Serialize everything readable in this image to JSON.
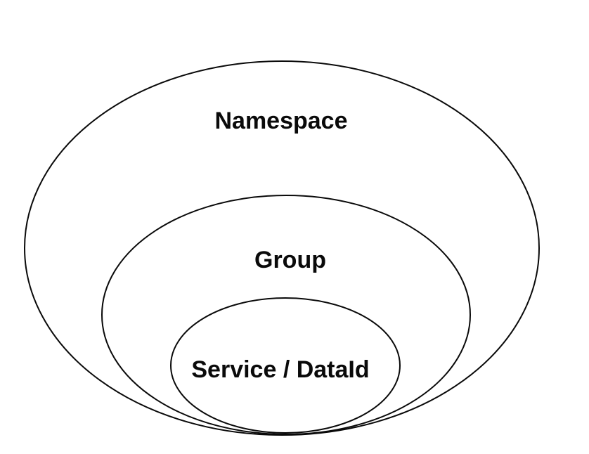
{
  "diagram": {
    "name": "nested-scope-diagram",
    "background_color": "#ffffff",
    "stroke_color": "#0a0a0a",
    "text_color": "#0a0a0a",
    "levels": [
      {
        "label": "Namespace"
      },
      {
        "label": "Group"
      },
      {
        "label": "Service / DataId"
      }
    ]
  }
}
